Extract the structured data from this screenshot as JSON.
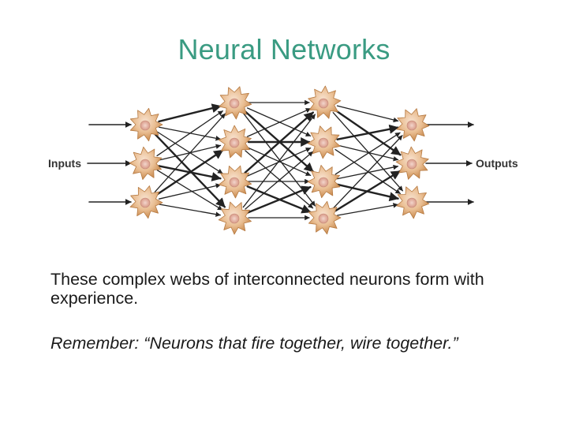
{
  "slide": {
    "title": "Neural Networks",
    "body": "These complex webs of interconnected neurons form with experience.",
    "quote": "Remember: “Neurons that fire together, wire together.”"
  },
  "diagram": {
    "input_label": "Inputs",
    "output_label": "Outputs",
    "layers": [
      {
        "name": "input",
        "count": 3
      },
      {
        "name": "hidden-1",
        "count": 4
      },
      {
        "name": "hidden-2",
        "count": 4
      },
      {
        "name": "output",
        "count": 3
      }
    ],
    "colors": {
      "title": "#3a9b82",
      "neuron_outer": "#d79a5c",
      "neuron_inner": "#f2c9a6",
      "nucleus": "#e8b4a6",
      "connection": "#222222"
    },
    "icons": [
      "neuron-icon",
      "arrow-icon"
    ]
  }
}
